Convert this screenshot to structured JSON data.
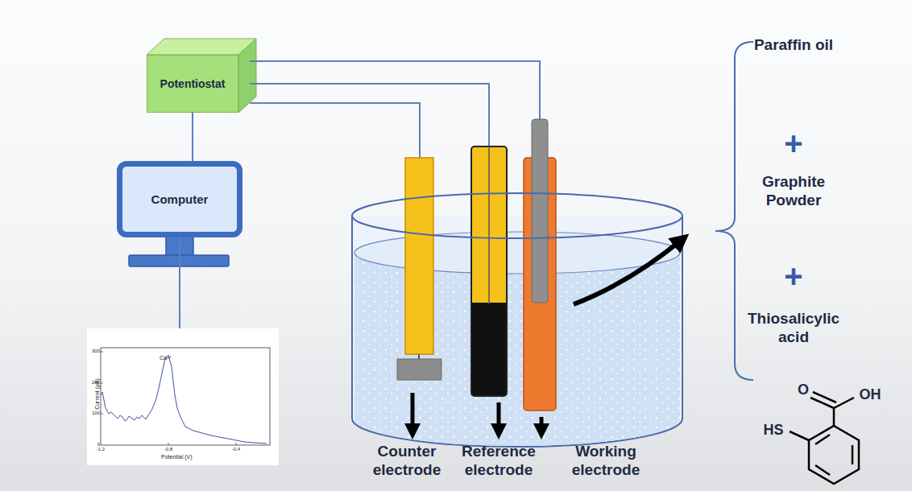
{
  "diagram": {
    "nodes": [
      {
        "text": [
          "Potentiostat"
        ]
      },
      {
        "text": [
          "Computer"
        ]
      },
      {
        "text": [
          "Ca²⁺",
          "Current (μA)",
          "Potential (V)"
        ]
      }
    ],
    "edges": [
      {
        "from": 0,
        "to": 1,
        "arrow": "none"
      },
      {
        "from": 1,
        "to": 2,
        "arrow": "none"
      }
    ],
    "labels": [
      "Counter electrode",
      "Reference electrode",
      "Working electrode",
      "Paraffin oil",
      "+",
      "Graphite Powder",
      "+",
      "Thiosalicylic acid",
      "O",
      "OH",
      "HS",
      "300",
      "200",
      "100",
      "0",
      "-1.2",
      "-0.8",
      "-0.4"
    ]
  }
}
